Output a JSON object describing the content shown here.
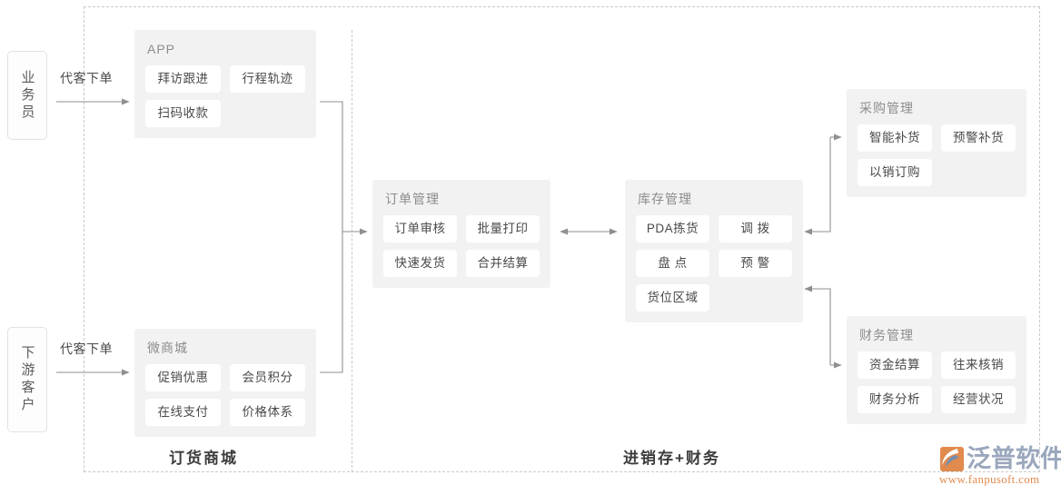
{
  "diagram": {
    "actors": [
      {
        "name": "salesperson",
        "label": "业务员",
        "flow_label": "代客下单"
      },
      {
        "name": "downstream-customer",
        "label": "下游客户",
        "flow_label": "代客下单"
      }
    ],
    "panels": [
      {
        "name": "app",
        "title": "APP",
        "items": [
          "拜访跟进",
          "行程轨迹",
          "扫码收款"
        ]
      },
      {
        "name": "micro-mall",
        "title": "微商城",
        "items": [
          "促销优惠",
          "会员积分",
          "在线支付",
          "价格体系"
        ]
      },
      {
        "name": "order-management",
        "title": "订单管理",
        "items": [
          "订单审核",
          "批量打印",
          "快速发货",
          "合并结算"
        ]
      },
      {
        "name": "inventory-management",
        "title": "库存管理",
        "items": [
          "PDA拣货",
          "调 拨",
          "盘 点",
          "预 警",
          "货位区域"
        ]
      },
      {
        "name": "purchase-management",
        "title": "采购管理",
        "items": [
          "智能补货",
          "预警补货",
          "以销订购"
        ]
      },
      {
        "name": "finance-management",
        "title": "财务管理",
        "items": [
          "资金结算",
          "往来核销",
          "财务分析",
          "经营状况"
        ]
      }
    ],
    "zone_captions": [
      {
        "name": "ordering-mall",
        "label": "订货商城"
      },
      {
        "name": "erp-finance",
        "label": "进销存+财务"
      }
    ],
    "watermark": {
      "brand": "泛普软件",
      "url": "www.fanpusoft.com",
      "icon": "swoosh-logo-icon"
    },
    "colors": {
      "panel_bg": "#f2f2f2",
      "chip_bg": "#ffffff",
      "text": "#4a4a4a",
      "title": "#8c8c8c",
      "dashed_border": "#c8c8c8",
      "connector": "#8f8f8f",
      "watermark_brand": "#9aa7bd",
      "watermark_url": "#e08a4e"
    }
  }
}
